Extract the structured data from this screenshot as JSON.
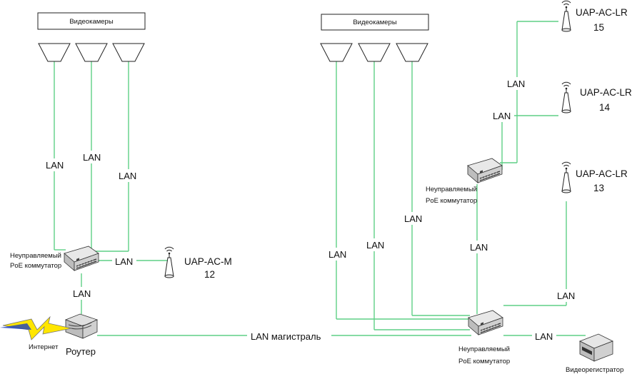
{
  "cameras_left_label": "Видеокамеры",
  "cameras_right_label": "Видеокамеры",
  "lan": "LAN",
  "trunk": "LAN магистраль",
  "switch_label_line1": "Неуправляемый",
  "switch_label_line2": "PoE коммутатор",
  "router": "Роутер",
  "internet": "Интернет",
  "dvr": "Видеорегистратор",
  "ap_left": {
    "model": "UAP-AC-M",
    "num": "12"
  },
  "ap_right": [
    {
      "model": "UAP-AC-LR",
      "num": "15"
    },
    {
      "model": "UAP-AC-LR",
      "num": "14"
    },
    {
      "model": "UAP-AC-LR",
      "num": "13"
    }
  ]
}
